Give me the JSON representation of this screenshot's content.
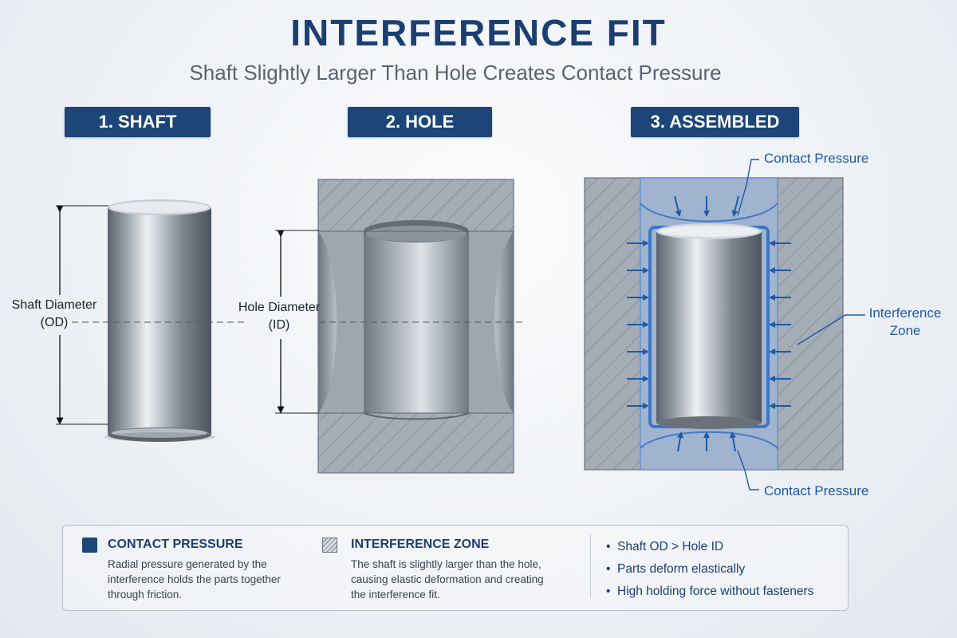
{
  "header": {
    "title": "INTERFERENCE FIT",
    "subtitle": "Shaft Slightly Larger Than Hole Creates Contact Pressure"
  },
  "steps": [
    {
      "label": "1. SHAFT"
    },
    {
      "label": "2. HOLE"
    },
    {
      "label": "3. ASSEMBLED"
    }
  ],
  "labels": {
    "shaft_diameter": "Shaft Diameter",
    "shaft_od": "(OD)",
    "hole_diameter": "Hole Diameter",
    "hole_id": "(ID)",
    "contact_pressure_top": "Contact Pressure",
    "contact_pressure_bottom": "Contact Pressure",
    "interference_zone_1": "Interference",
    "interference_zone_2": "Zone"
  },
  "legend": {
    "contact": {
      "title": "CONTACT PRESSURE",
      "desc_lines": [
        "Radial pressure generated by the",
        "interference holds the parts together",
        "through friction."
      ]
    },
    "interference": {
      "title": "INTERFERENCE ZONE",
      "desc_lines": [
        "The shaft is slightly larger than the hole,",
        "causing elastic deformation and creating",
        "the interference fit."
      ]
    },
    "bullets": [
      "Shaft OD > Hole ID",
      "Parts deform elastically",
      "High holding force without fasteners"
    ]
  },
  "colors": {
    "navy": "#1d4577",
    "accent_blue": "#1e5aa8",
    "metal": "#8f98a4"
  }
}
